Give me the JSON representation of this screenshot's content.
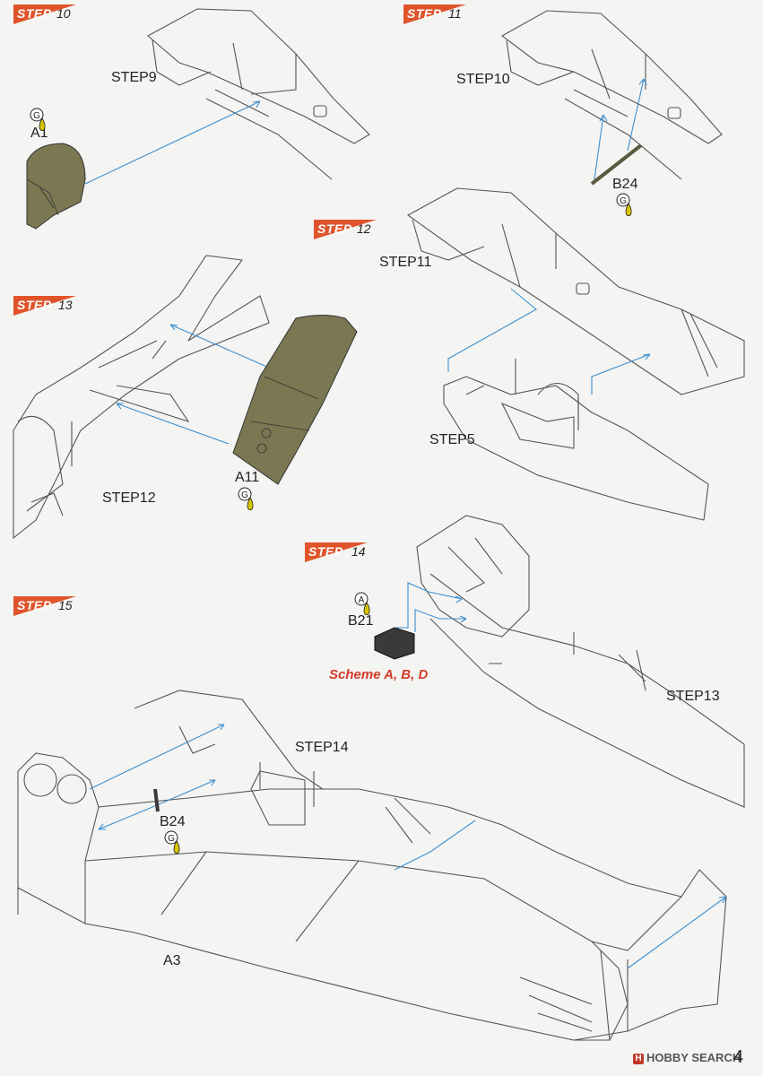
{
  "steps": [
    {
      "word": "STEP",
      "number": "10"
    },
    {
      "word": "STEP",
      "number": "11"
    },
    {
      "word": "STEP",
      "number": "12"
    },
    {
      "word": "STEP",
      "number": "13"
    },
    {
      "word": "STEP",
      "number": "14"
    },
    {
      "word": "STEP",
      "number": "15"
    }
  ],
  "refs": {
    "step9": "STEP9",
    "step10": "STEP10",
    "step11": "STEP11",
    "step5": "STEP5",
    "step12": "STEP12",
    "step13": "STEP13",
    "step14": "STEP14"
  },
  "parts": {
    "a1": "A1",
    "b24_top": "B24",
    "a11": "A11",
    "b21": "B21",
    "b24_bottom": "B24",
    "a3": "A3"
  },
  "paint_codes": {
    "g": "G",
    "a": "A"
  },
  "scheme_note": "Scheme A, B, D",
  "watermark": {
    "logo": "H",
    "text": "HOBBY SEARCH"
  },
  "page_number": "4",
  "colors": {
    "step_badge": "#e0542b",
    "olive_part": "#7a7752",
    "dark_part": "#3a3a3a",
    "arrow": "#3b8fd0",
    "scheme_text": "#d23a2a",
    "paint_drop": "#d8c400"
  }
}
